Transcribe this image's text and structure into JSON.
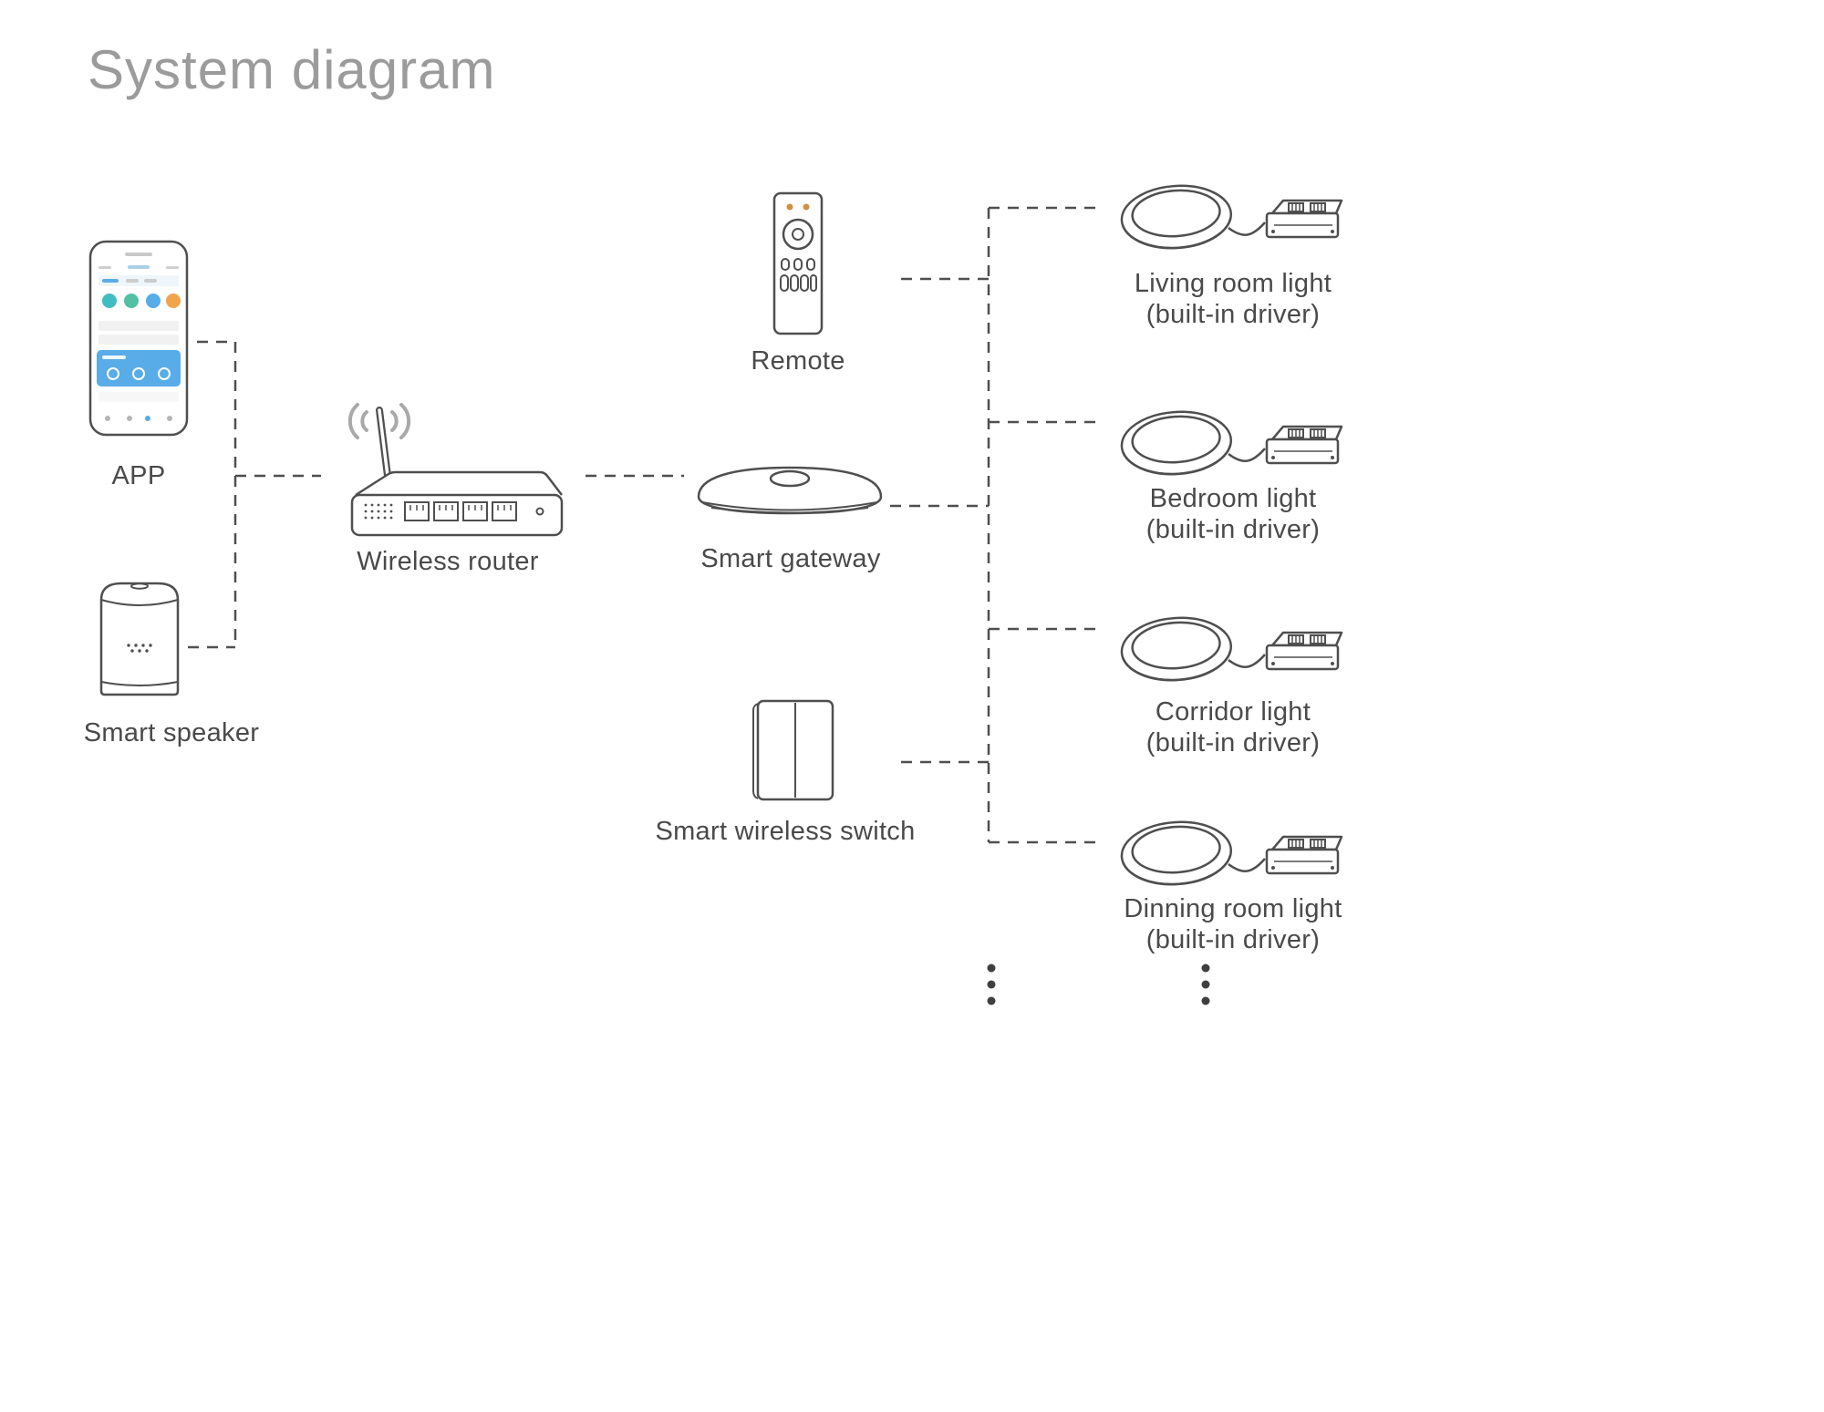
{
  "title": "System diagram",
  "colors": {
    "line": "#4f4f4f",
    "label": "#4a4a4a",
    "title": "#9b9b9b",
    "wifi_arcs": "#a9a9a9",
    "remote_dots": "#cf9240",
    "app_blue": "#58ace7",
    "app_teal": "#3fbdc0",
    "app_green": "#52c1a3",
    "app_orange": "#f0a44c"
  },
  "nodes": {
    "app": {
      "label": "APP",
      "icon": "smartphone-icon"
    },
    "speaker": {
      "label": "Smart speaker",
      "icon": "smart-speaker-icon"
    },
    "router": {
      "label": "Wireless router",
      "icon": "wireless-router-icon"
    },
    "remote": {
      "label": "Remote",
      "icon": "remote-control-icon"
    },
    "gateway": {
      "label": "Smart gateway",
      "icon": "smart-gateway-icon"
    },
    "switch": {
      "label": "Smart wireless switch",
      "icon": "wireless-switch-icon"
    },
    "lights": [
      {
        "label": "Living room light",
        "sub": "(built-in driver)",
        "icon": "ceiling-light-icon"
      },
      {
        "label": "Bedroom light",
        "sub": "(built-in driver)",
        "icon": "ceiling-light-icon"
      },
      {
        "label": "Corridor light",
        "sub": "(built-in driver)",
        "icon": "ceiling-light-icon"
      },
      {
        "label": "Dinning room light",
        "sub": "(built-in driver)",
        "icon": "ceiling-light-icon"
      }
    ]
  },
  "edges": [
    {
      "from": "app",
      "to": "router"
    },
    {
      "from": "speaker",
      "to": "router"
    },
    {
      "from": "router",
      "to": "gateway"
    },
    {
      "from": "gateway",
      "to": "light-bus"
    },
    {
      "from": "remote",
      "to": "light-bus"
    },
    {
      "from": "switch",
      "to": "light-bus"
    },
    {
      "from": "light-bus",
      "to": "living-room-light"
    },
    {
      "from": "light-bus",
      "to": "bedroom-light"
    },
    {
      "from": "light-bus",
      "to": "corridor-light"
    },
    {
      "from": "light-bus",
      "to": "dinning-room-light"
    }
  ]
}
